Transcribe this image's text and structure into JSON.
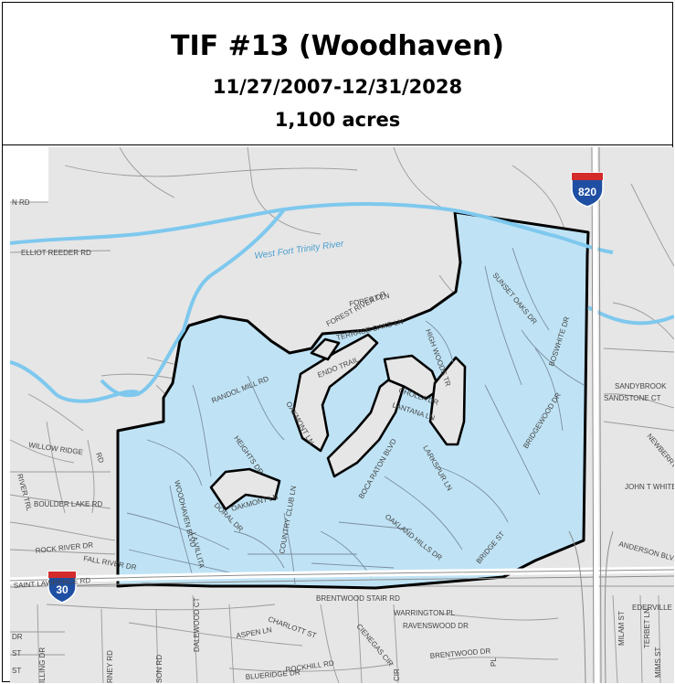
{
  "header": {
    "title": "TIF #13 (Woodhaven)",
    "dates": "11/27/2007-12/31/2028",
    "area": "1,100 acres"
  },
  "colors": {
    "district_fill": "#bfe3f5",
    "river": "#7ec8ee",
    "land": "#e6e6e6",
    "street": "#8c8c8c",
    "boundary": "#000000",
    "shield_blue": "#1f4fa3",
    "shield_red": "#d42b2b"
  },
  "highways": {
    "i820": "820",
    "i30": "30"
  },
  "river_label": "West Fort Trinity River",
  "streets": {
    "n_rd": "N RD",
    "elliot_reeder": "ELLIOT REEDER RD",
    "forest_river": "FOREST RIVER DR",
    "forest_ln": "FOREST LN",
    "terrace_oaks": "TERRACE OAKS LN",
    "sunset_oaks": "SUNSET OAKS DR",
    "high_woods": "HIGH WOODS TR",
    "randol_mill": "RANDOL MILL RD",
    "endo_trail": "ENDO TRAIL",
    "cholla": "CHOLLA DR",
    "lantana": "LANTANA LN",
    "boswhite": "BOSWHITE DR",
    "sandybrook": "SANDYBROOK",
    "sandstone": "SANDSTONE CT",
    "oakmont_ln_n": "OAKMONT LN",
    "bridgewood": "BRIDGEWOOD DR",
    "newberry": "NEWBERRY",
    "willow_ridge": "WILLOW RIDGE",
    "willow_ridge_rd": "RD",
    "heights": "HEIGHTS DR",
    "larkspur": "LARKSPUR LN",
    "john_t_white": "JOHN T WHITE",
    "river_trl": "RIVER TRL",
    "boulder_lake": "BOULDER LAKE RD",
    "woodhaven_blvd": "WOODHAVEN BLVD",
    "oakmont_ln_s": "OAKMONT LN",
    "doral": "DORAL DR",
    "boca_raton": "BOCA RATON BLVD",
    "oakland_hills": "OAKLAND HILLS DR",
    "rock_river": "ROCK RIVER DR",
    "la_villita": "LA VILLITA",
    "country_club": "COUNTRY CLUB LN",
    "bridge_st": "BRIDGE ST",
    "anderson": "ANDERSON BLVD",
    "fall_river": "FALL RIVER DR",
    "saint_lawrence": "SAINT LAWRENCE RD",
    "brentwood_stair": "BRENTWOOD STAIR RD",
    "ederville": "EDERVILLE",
    "warrington": "WARRINGTON PL",
    "charlott": "CHARLOTT ST",
    "ravenswood": "RAVENSWOOD DR",
    "dalewood": "DALEWOOD CT",
    "aspen": "ASPEN LN",
    "cienegas": "CIENEGAS CIR",
    "milam": "MILAM ST",
    "terbet": "TERBET LN",
    "mims": "MIMS ST",
    "brentwood_dr": "BRENTWOOD DR",
    "pl": "PL",
    "blueridge": "BLUERIDGE DR",
    "rockhill": "ROCKHILL RD",
    "dr_w": "DR",
    "st_w": "ST",
    "st_w2": "ST",
    "illing": "ILLING DR",
    "rney": "RNEY RD",
    "son_rd": "SON RD",
    "cir": "CIR"
  }
}
